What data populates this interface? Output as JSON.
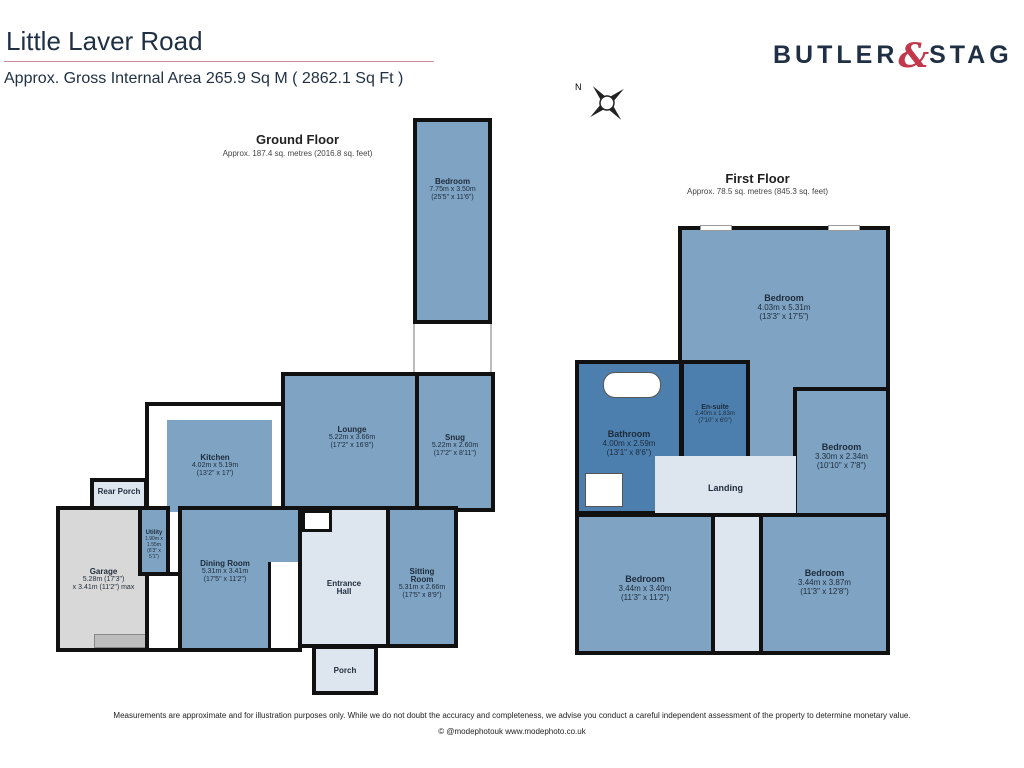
{
  "header": {
    "title": "Little Laver Road",
    "area": "Approx. Gross Internal Area 265.9 Sq M ( 2862.1 Sq Ft )"
  },
  "logo": {
    "left": "BUTLER",
    "amp": "&",
    "right": "STAG",
    "colors": {
      "text": "#1f3044",
      "ampersand": "#c2374a"
    }
  },
  "compass": {
    "label": "N",
    "icon": "compass-rose-icon"
  },
  "ground_floor": {
    "title": "Ground Floor",
    "subtitle": "Approx. 187.4 sq. metres (2016.8 sq. feet)",
    "rooms": [
      {
        "name": "Bedroom",
        "dims": "7.75m x 3.50m",
        "imperial": "(25'5\" x 11'6\")"
      },
      {
        "name": "Lounge",
        "dims": "5.22m x 3.66m",
        "imperial": "(17'2\" x 16'8\")"
      },
      {
        "name": "Snug",
        "dims": "5.22m x 2.60m",
        "imperial": "(17'2\" x 8'11\")"
      },
      {
        "name": "Kitchen",
        "dims": "4.02m x 5.19m",
        "imperial": "(13'2\" x 17')"
      },
      {
        "name": "Rear Porch"
      },
      {
        "name": "Utility",
        "dims": "1.90m x 1.55m",
        "imperial": "(6'3\" x 5'1\")"
      },
      {
        "name": "Garage",
        "dims": "5.28m (17'3\")",
        "imperial": "x 3.41m (11'2\") max"
      },
      {
        "name": "Dining Room",
        "dims": "5.31m x 3.41m",
        "imperial": "(17'5\" x 11'2\")"
      },
      {
        "name": "Entrance Hall"
      },
      {
        "name": "Sitting Room",
        "dims": "5.31m x 2.66m",
        "imperial": "(17'5\" x 8'9\")"
      },
      {
        "name": "Porch"
      }
    ]
  },
  "first_floor": {
    "title": "First Floor",
    "subtitle": "Approx. 78.5 sq. metres (845.3 sq. feet)",
    "rooms": [
      {
        "name": "Bedroom",
        "dims": "4.03m x 5.31m",
        "imperial": "(13'3\" x 17'5\")"
      },
      {
        "name": "En-suite",
        "dims": "2.40m x 1.83m",
        "imperial": "(7'10\" x 6'0\")"
      },
      {
        "name": "Bathroom",
        "dims": "4.00m x 2.59m",
        "imperial": "(13'1\" x 8'6\")"
      },
      {
        "name": "Bedroom",
        "dims": "3.30m x 2.34m",
        "imperial": "(10'10\" x 7'8\")"
      },
      {
        "name": "Landing"
      },
      {
        "name": "Bedroom",
        "dims": "3.44m x 3.40m",
        "imperial": "(11'3\" x 11'2\")"
      },
      {
        "name": "Bedroom",
        "dims": "3.44m x 3.87m",
        "imperial": "(11'3\" x 12'8\")"
      }
    ]
  },
  "footer": {
    "disclaimer": "Measurements are approximate and for illustration purposes only.  While we do not doubt the accuracy and completeness, we advise you conduct a careful independent assessment of the property to determine monetary value.",
    "credit": "© @modephotouk www.modephoto.co.uk"
  }
}
